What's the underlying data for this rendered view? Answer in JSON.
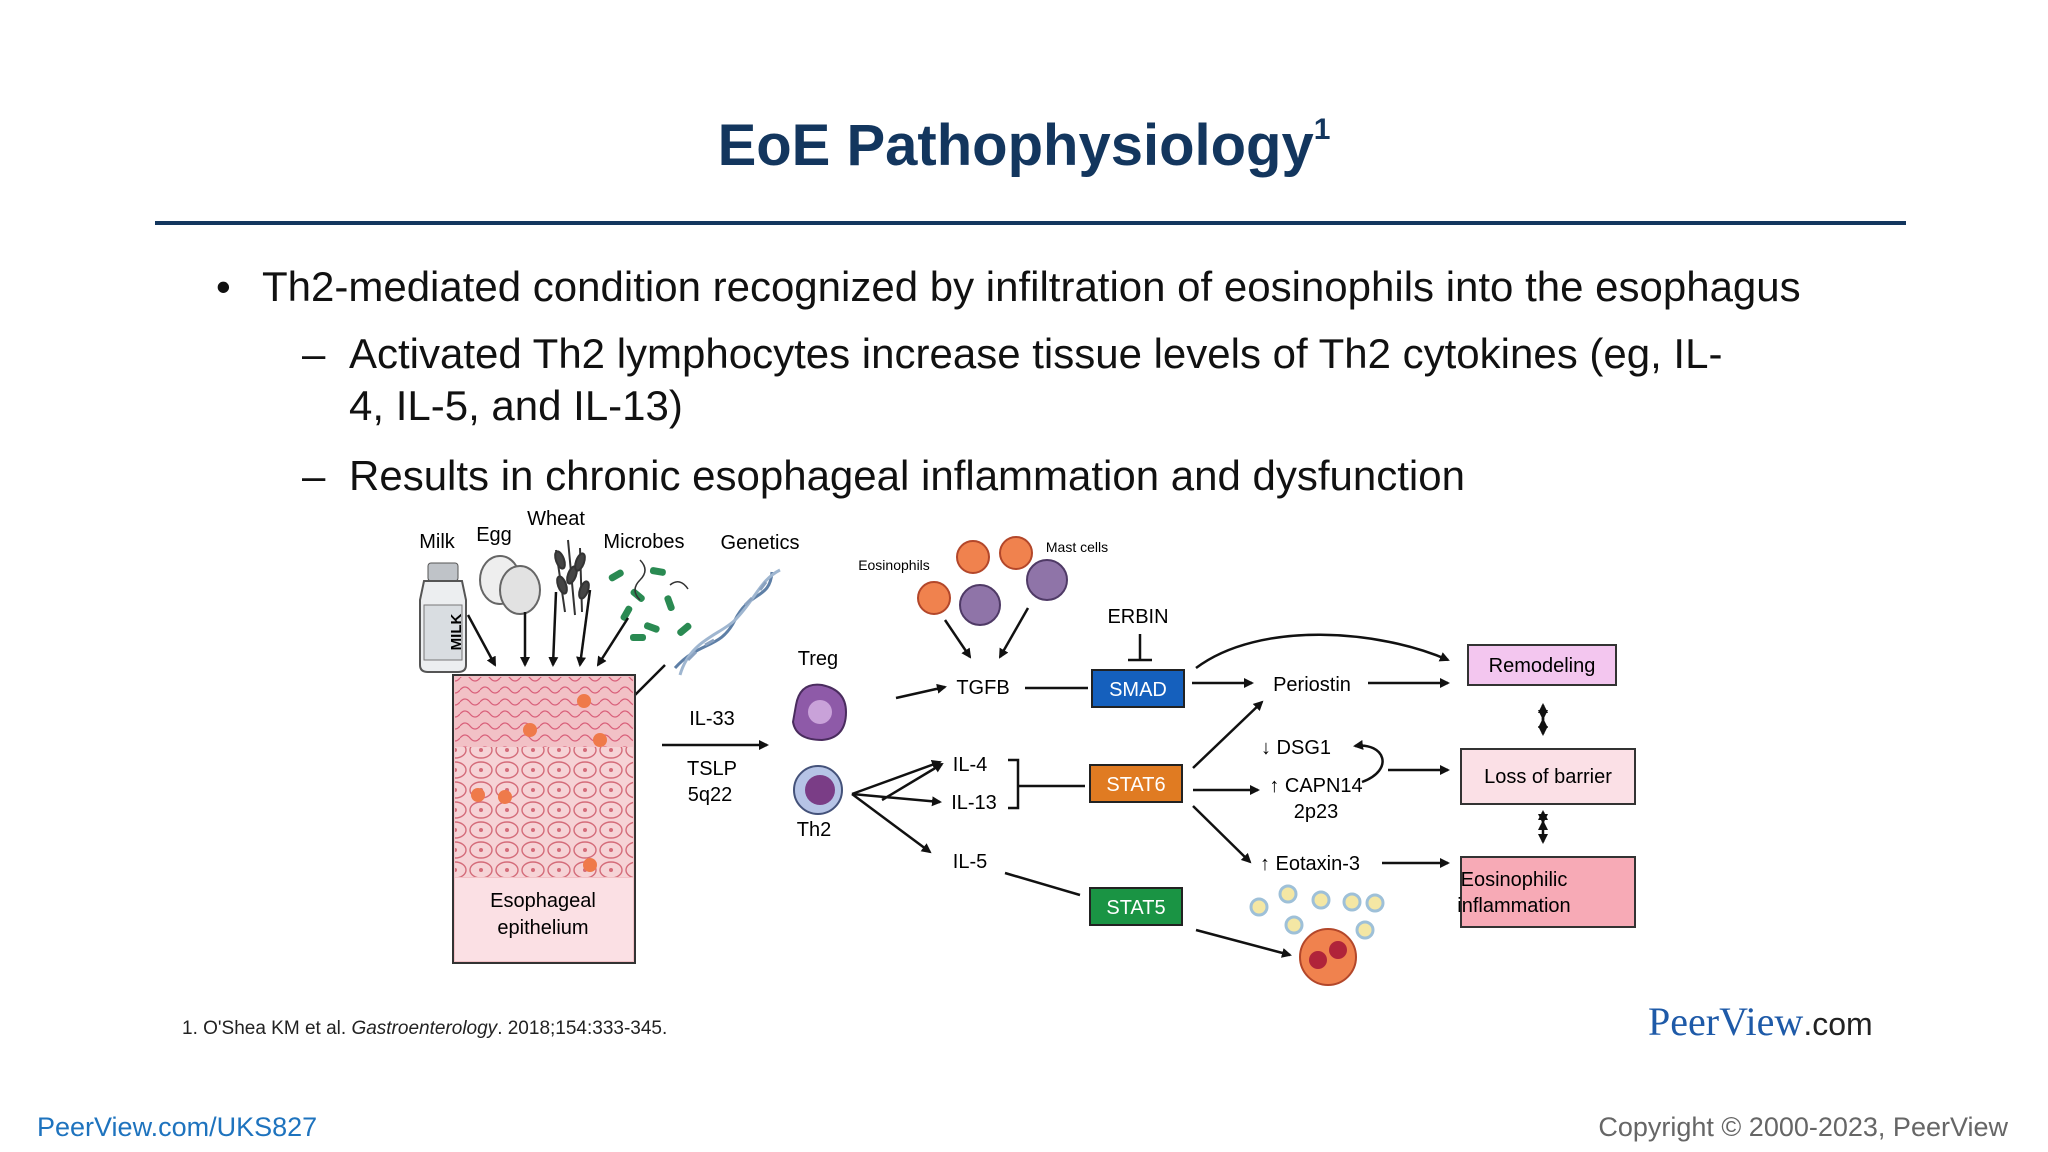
{
  "slide": {
    "title": "EoE Pathophysiology",
    "title_superscript": "1",
    "bullet_1": "Th2-mediated condition recognized by infiltration of eosinophils into the esophagus",
    "bullet_1_sub_1": "Activated Th2 lymphocytes increase tissue levels of Th2 cytokines (eg, IL-4, IL-5, and IL-13)",
    "bullet_1_sub_2": "Results in chronic esophageal inflammation and dysfunction"
  },
  "diagram": {
    "triggers": {
      "milk": "Milk",
      "milk_bottle_text": "MILK",
      "egg": "Egg",
      "wheat": "Wheat",
      "microbes": "Microbes",
      "genetics": "Genetics"
    },
    "epithelium": {
      "label_line1": "Esophageal",
      "label_line2": "epithelium"
    },
    "signals": {
      "il33": "IL-33",
      "tslp": "TSLP",
      "locus_5q22": "5q22"
    },
    "cells": {
      "treg": "Treg",
      "th2": "Th2",
      "eosinophils": "Eosinophils",
      "mast_cells": "Mast cells"
    },
    "cytokines": {
      "tgfb": "TGFB",
      "il4": "IL-4",
      "il13": "IL-13",
      "il5": "IL-5",
      "erbin": "ERBIN"
    },
    "transcription": {
      "smad": "SMAD",
      "stat6": "STAT6",
      "stat5": "STAT5"
    },
    "mediators": {
      "periostin": "Periostin",
      "dsg1": "↓ DSG1",
      "capn14": "↑ CAPN14",
      "locus_2p23": "2p23",
      "eotaxin3": "↑ Eotaxin-3"
    },
    "outcomes": {
      "remodeling": "Remodeling",
      "loss_of_barrier": "Loss of barrier",
      "eos_line1": "Eosinophilic",
      "eos_line2": "inflammation"
    },
    "colors": {
      "smad": "#1560bd",
      "stat6": "#e07b22",
      "stat5": "#1a9444",
      "remodeling": "#f3c6ef",
      "loss_of_barrier": "#fbe0e6",
      "eosinophilic_inflammation": "#f7aab6",
      "epithelium": "#f2c1c6"
    }
  },
  "reference": {
    "prefix": "1. O'Shea KM et al. ",
    "journal": "Gastroenterology",
    "suffix": ". 2018;154:333-345."
  },
  "brand": {
    "peerview": "PeerView",
    "com": ".com"
  },
  "footer": {
    "link": "PeerView.com/UKS827",
    "copyright": "Copyright © 2000-2023, PeerView"
  }
}
